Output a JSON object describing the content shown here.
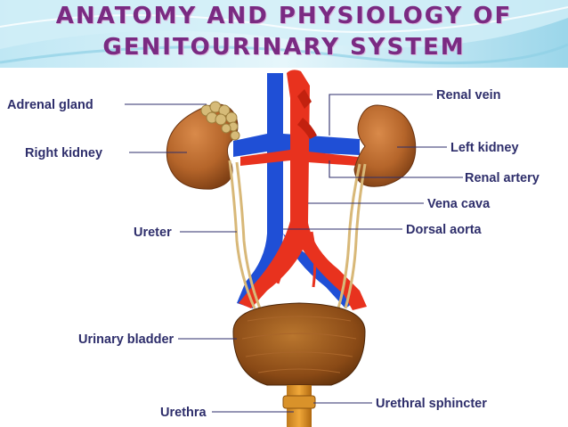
{
  "title": {
    "line1": "Anatomy and physiology of",
    "line2": "genitourinary system"
  },
  "labels": {
    "adrenal_gland": "Adrenal gland",
    "right_kidney": "Right kidney",
    "ureter": "Ureter",
    "urinary_bladder": "Urinary bladder",
    "urethra": "Urethra",
    "renal_vein": "Renal vein",
    "left_kidney": "Left kidney",
    "renal_artery": "Renal artery",
    "vena_cava": "Vena cava",
    "dorsal_aorta": "Dorsal aorta",
    "urethral_sphincter": "Urethral sphincter"
  },
  "colors": {
    "title": "#7a2a82",
    "label_text": "#2e2e6b",
    "vein": "#1f4fd6",
    "artery": "#e8321e",
    "kidney": "#b5652a",
    "bladder": "#8a4a16",
    "adrenal": "#d6bb78",
    "ureter": "#d8b878"
  }
}
